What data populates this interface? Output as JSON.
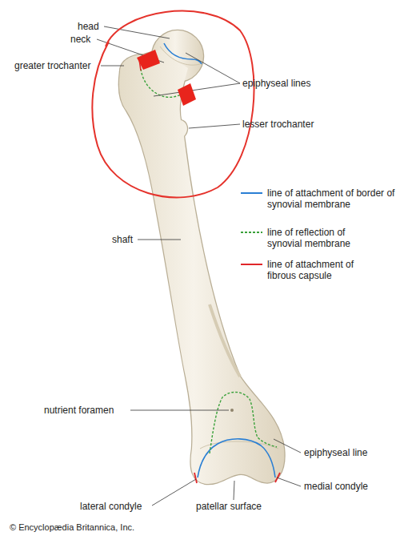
{
  "diagram": {
    "labels": [
      "head",
      "neck",
      "greater trochanter",
      "epiphyseal lines",
      "lesser trochanter",
      "shaft",
      "nutrient foramen",
      "epiphyseal line",
      "medial condyle",
      "lateral condyle",
      "patellar surface",
      "© Encyclopædia Britannica, Inc."
    ],
    "legend": [
      {
        "text": "line of attachment of border of synovial membrane"
      },
      {
        "text": "line of reflection of synovial membrane"
      },
      {
        "text": "line of attachment of fibrous capsule"
      }
    ]
  }
}
